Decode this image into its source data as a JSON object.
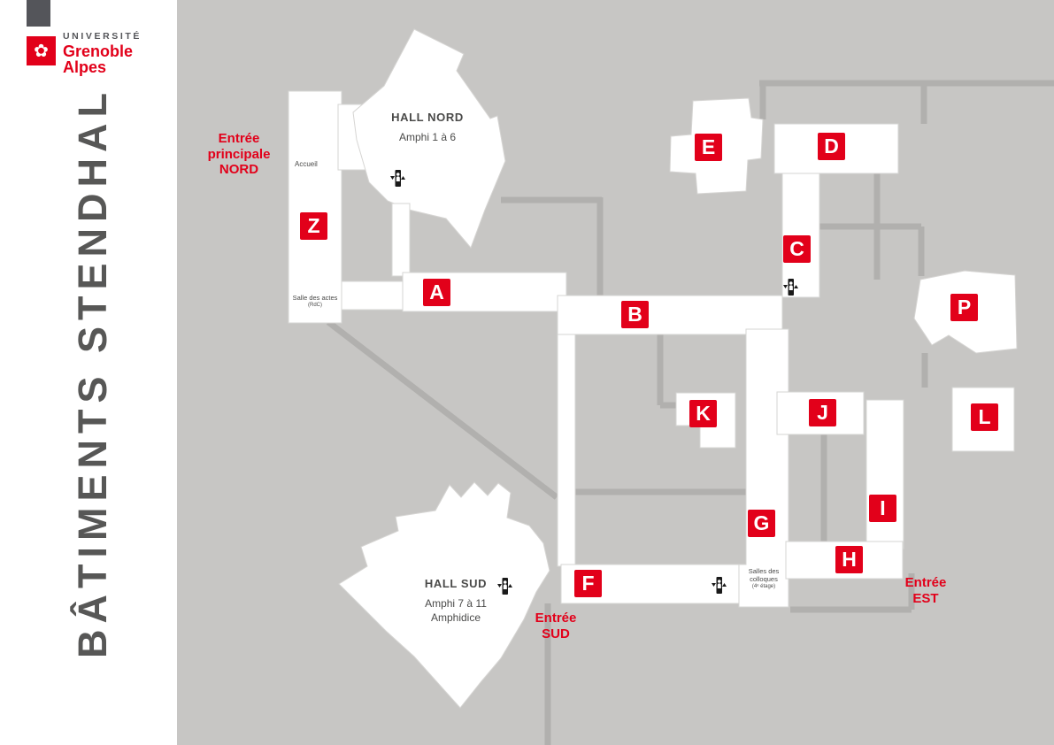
{
  "header": {
    "logo": {
      "icon": "uga-rose-icon",
      "university": "UNIVERSITÉ",
      "brand_line1": "Grenoble",
      "brand_line2": "Alpes"
    }
  },
  "title": {
    "vertical": "BÂTIMENTS STENDHAL"
  },
  "map": {
    "halls": {
      "nord": {
        "name": "HALL NORD",
        "info": "Amphi 1 à 6"
      },
      "sud": {
        "name": "HALL SUD",
        "info1": "Amphi 7 à 11",
        "info2": "Amphidice"
      }
    },
    "buildings": [
      {
        "letter": "Z"
      },
      {
        "letter": "A"
      },
      {
        "letter": "B"
      },
      {
        "letter": "C"
      },
      {
        "letter": "D"
      },
      {
        "letter": "E"
      },
      {
        "letter": "F"
      },
      {
        "letter": "G"
      },
      {
        "letter": "H"
      },
      {
        "letter": "I"
      },
      {
        "letter": "J"
      },
      {
        "letter": "K"
      },
      {
        "letter": "L"
      },
      {
        "letter": "P"
      }
    ],
    "entrances": {
      "nord": {
        "line1": "Entrée",
        "line2": "principale",
        "line3": "NORD"
      },
      "sud": {
        "line1": "Entrée",
        "line2": "SUD"
      },
      "est": {
        "line1": "Entrée",
        "line2": "EST"
      }
    },
    "rooms": {
      "accueil": "Accueil",
      "salle_des_actes": {
        "name": "Salle des actes",
        "floor": "(RdC)"
      },
      "salles_des_colloques": {
        "name": "Salles des colloques",
        "floor": "(4ᵉ étage)"
      }
    },
    "icons": {
      "elevator": "elevator-icon"
    },
    "colors": {
      "accent_red": "#e2001a",
      "map_background": "#c7c6c4",
      "corridor": "#b1b0ae",
      "building": "#ffffff",
      "text_dark": "#4a4a49"
    }
  }
}
